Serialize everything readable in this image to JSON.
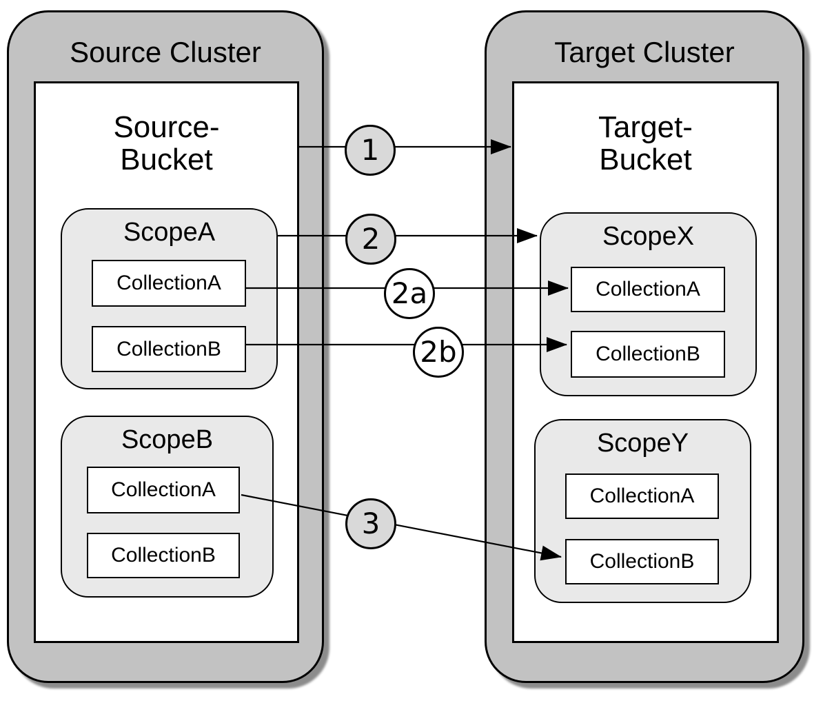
{
  "diagram": {
    "source_cluster": {
      "title": "Source Cluster",
      "bucket": {
        "title_line1": "Source-",
        "title_line2": "Bucket",
        "scopes": [
          {
            "name": "ScopeA",
            "collections": [
              "CollectionA",
              "CollectionB"
            ]
          },
          {
            "name": "ScopeB",
            "collections": [
              "CollectionA",
              "CollectionB"
            ]
          }
        ]
      }
    },
    "target_cluster": {
      "title": "Target Cluster",
      "bucket": {
        "title_line1": "Target-",
        "title_line2": "Bucket",
        "scopes": [
          {
            "name": "ScopeX",
            "collections": [
              "CollectionA",
              "CollectionB"
            ]
          },
          {
            "name": "ScopeY",
            "collections": [
              "CollectionA",
              "CollectionB"
            ]
          }
        ]
      }
    },
    "arrows": [
      {
        "label": "1",
        "from": "Source-Bucket",
        "to": "Target-Bucket",
        "badge_fill": "#d9d9d9"
      },
      {
        "label": "2",
        "from": "Source-Bucket/ScopeA",
        "to": "Target-Bucket/ScopeX",
        "badge_fill": "#d9d9d9"
      },
      {
        "label": "2a",
        "from": "Source-Bucket/ScopeA/CollectionA",
        "to": "Target-Bucket/ScopeX/CollectionA",
        "badge_fill": "#ffffff"
      },
      {
        "label": "2b",
        "from": "Source-Bucket/ScopeA/CollectionB",
        "to": "Target-Bucket/ScopeX/CollectionB",
        "badge_fill": "#ffffff"
      },
      {
        "label": "3",
        "from": "Source-Bucket/ScopeB/CollectionA",
        "to": "Target-Bucket/ScopeY/CollectionB",
        "badge_fill": "#d9d9d9"
      }
    ],
    "colors": {
      "cluster_fill": "#c2c2c2",
      "scope_fill": "#e9e9e9",
      "collection_fill": "#ffffff",
      "badge_gray_fill": "#d9d9d9",
      "badge_white_fill": "#ffffff",
      "border": "#000000",
      "shadow": "#7a7a7a"
    }
  }
}
